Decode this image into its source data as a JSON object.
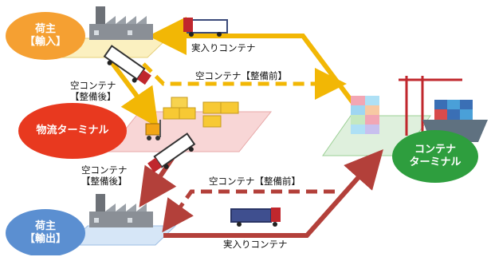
{
  "nodes": {
    "shipper_import": {
      "line1": "荷主",
      "line2": "【輸入】"
    },
    "logistics_terminal": {
      "label": "物流ターミナル"
    },
    "container_terminal": {
      "line1": "コンテナ",
      "line2": "ターミナル"
    },
    "shipper_export": {
      "line1": "荷主",
      "line2": "【輸出】"
    }
  },
  "flows": {
    "loaded_import": "実入りコンテナ",
    "empty_before_top": "空コンテナ【整備前】",
    "empty_after_top": {
      "line1": "空コンテナ",
      "line2": "【整備後】"
    },
    "empty_after_bottom": {
      "line1": "空コンテナ",
      "line2": "【整備後】"
    },
    "empty_before_bottom": "空コンテナ【整備前】",
    "loaded_export": "実入りコンテナ"
  },
  "colors": {
    "import_flow": "#f2b705",
    "export_flow": "#b3403a",
    "shipper_fill": "#f5a032",
    "export_shipper_fill": "#5b8fd1",
    "logistics_fill": "#e8391f",
    "container_terminal_fill": "#2e9e3e"
  }
}
